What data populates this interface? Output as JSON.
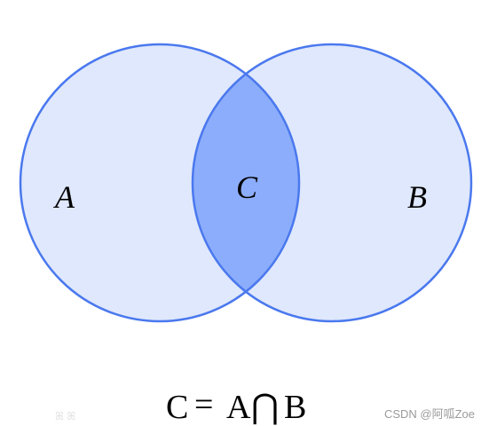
{
  "diagram": {
    "set_a_label": "A",
    "set_b_label": "B",
    "intersection_label": "C",
    "colors": {
      "circle_fill": "#dfe8fc",
      "intersection_fill": "#8cadfb",
      "stroke": "#4a78ee"
    }
  },
  "formula": {
    "left": "C",
    "equals": "=",
    "operand_a": "A",
    "operator": "⋂",
    "operand_b": "B"
  },
  "watermark": {
    "text": "CSDN @阿呱Zoe"
  }
}
